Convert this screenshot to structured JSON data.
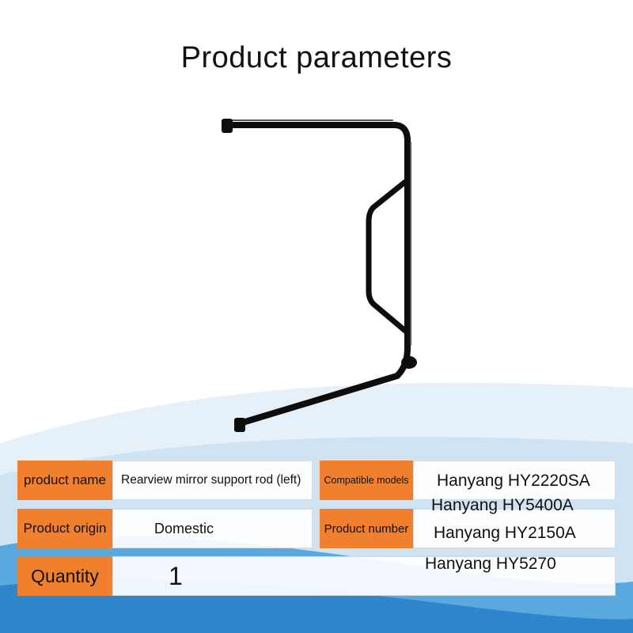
{
  "header": {
    "title": "Product parameters"
  },
  "params": {
    "product_name_label": "product name",
    "product_name_value": "Rearview mirror support rod (left)",
    "compatible_models_label": "Compatible models",
    "product_origin_label": "Product origin",
    "product_origin_value": "Domestic",
    "product_number_label": "Product number",
    "quantity_label": "Quantity",
    "quantity_value": "1"
  },
  "compatible_models": [
    "Hanyang HY2220SA",
    "Hanyang HY5400A",
    "Hanyang HY2150A",
    "Hanyang HY5270"
  ],
  "colors": {
    "label_bg": "#f07f2e",
    "wave_blue": "#3a9ad9",
    "wave_light": "#cfe3f3",
    "rod": "#0d0d0d"
  }
}
